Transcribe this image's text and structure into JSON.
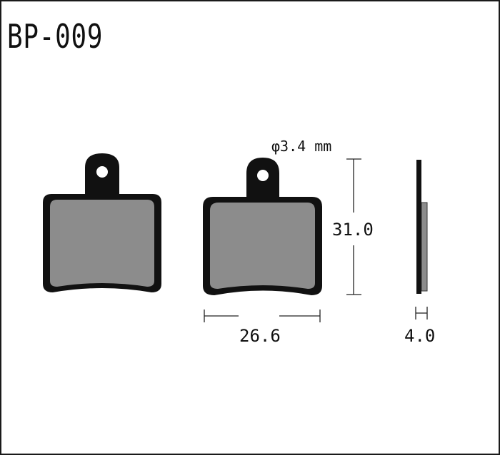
{
  "title": "BP-009",
  "dimensions": {
    "hole": "φ3.4 mm",
    "height": "31.0",
    "width": "26.6",
    "thickness": "4.0"
  },
  "colors": {
    "backing_plate": "#111111",
    "friction_material": "#8c8c8c",
    "border": "#1a1a1a"
  }
}
